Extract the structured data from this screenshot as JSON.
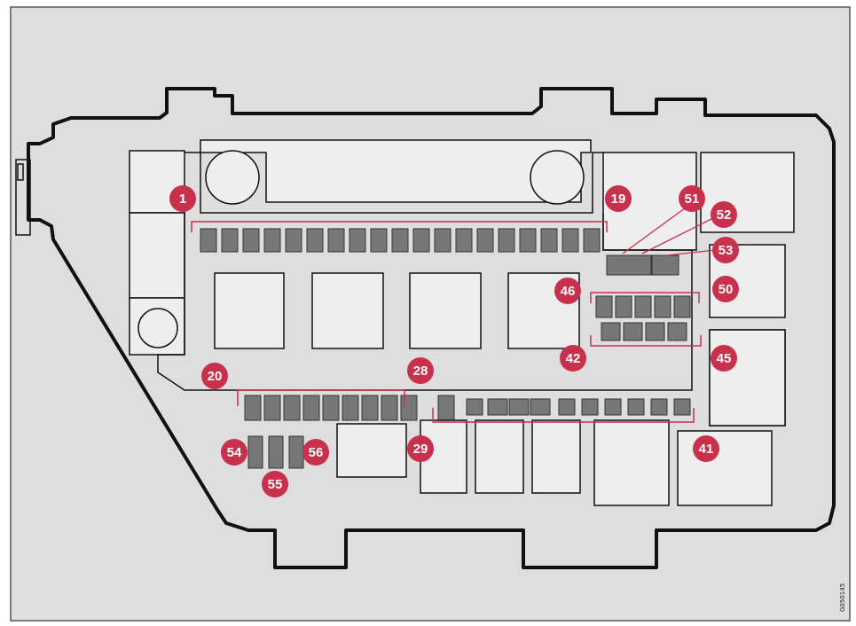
{
  "diagram": {
    "colors": {
      "background": "#dedede",
      "outline": "#111111",
      "component_fill": "#eeeeee",
      "fuse_fill": "#777777",
      "marker": "#c8304c",
      "marker_text": "#ffffff",
      "bracket": "#c8304c"
    },
    "labels": {
      "fuse_1": "1",
      "fuse_19": "19",
      "fuse_20": "20",
      "fuse_28": "28",
      "fuse_29": "29",
      "fuse_41": "41",
      "fuse_42": "42",
      "fuse_45": "45",
      "fuse_46": "46",
      "fuse_50": "50",
      "fuse_51": "51",
      "fuse_52": "52",
      "fuse_53": "53",
      "fuse_54": "54",
      "fuse_55": "55",
      "fuse_56": "56"
    },
    "image_code": "G050145"
  }
}
